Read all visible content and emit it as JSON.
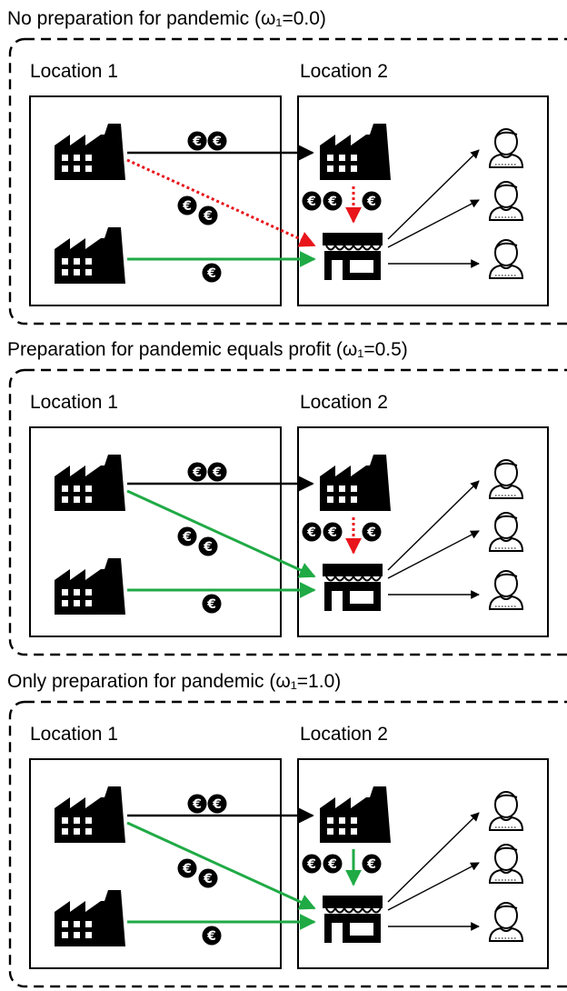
{
  "panels": [
    {
      "title": "No preparation for pandemic (ω₁=0.0)",
      "location1": "Location 1",
      "location2": "Location 2",
      "cross_flow": "red-dotted",
      "factory_to_store_flow": "red-dotted"
    },
    {
      "title": "Preparation for pandemic equals profit (ω₁=0.5)",
      "location1": "Location 1",
      "location2": "Location 2",
      "cross_flow": "green-solid",
      "factory_to_store_flow": "red-dotted"
    },
    {
      "title": "Only preparation for pandemic (ω₁=1.0)",
      "location1": "Location 1",
      "location2": "Location 2",
      "cross_flow": "green-solid",
      "factory_to_store_flow": "green-solid"
    }
  ],
  "euro_symbol": "€",
  "colors": {
    "green": "#1faa45",
    "red": "#e8151b",
    "black": "#000000"
  },
  "icons": [
    "factory-icon",
    "store-icon",
    "customer-icon",
    "euro-coin-icon"
  ]
}
